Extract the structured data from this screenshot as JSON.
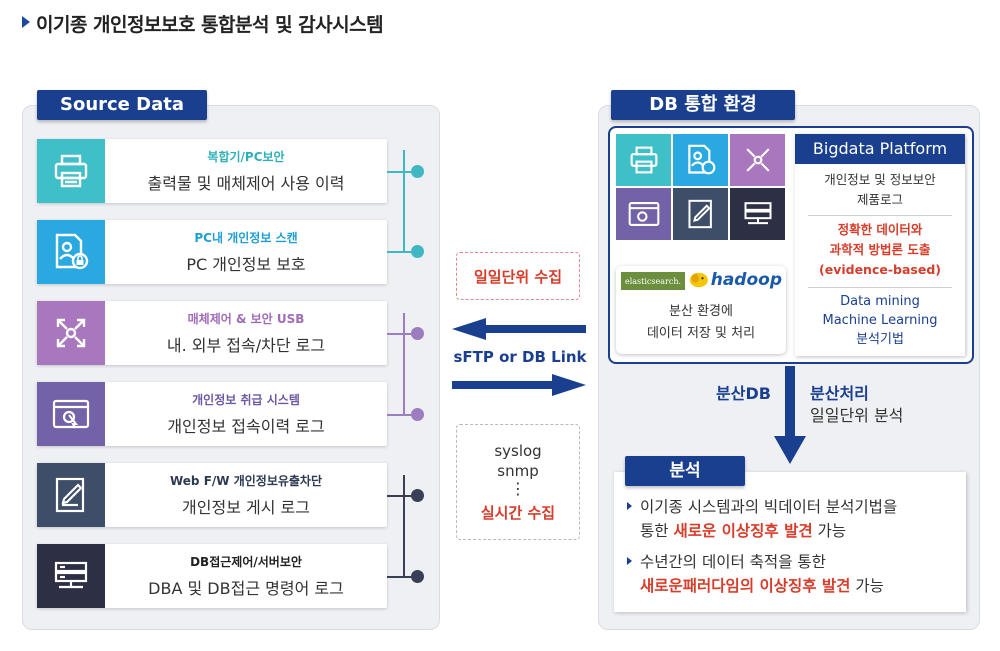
{
  "title": "이기종 개인정보보호 통합분석 및 감사시스템",
  "source_panel": {
    "label": "Source Data",
    "rows": [
      {
        "sub": "복합기/PC보안",
        "main": "출력물 및 매체제어 사용 이력",
        "color": "#3fc0c9",
        "icon": "printer-icon"
      },
      {
        "sub": "PC내 개인정보 스캔",
        "main": "PC 개인정보 보호",
        "color": "#29a9e0",
        "icon": "user-lock-icon"
      },
      {
        "sub": "매체제어 & 보안 USB",
        "main": "내. 외부 접속/차단 로그",
        "color": "#a877bd",
        "icon": "expand-arrows-icon"
      },
      {
        "sub": "개인정보 취급 시스템",
        "main": "개인정보 접속이력 로그",
        "color": "#7462a8",
        "icon": "window-click-icon"
      },
      {
        "sub": "Web F/W 개인정보유출차단",
        "main": "개인정보 게시 로그",
        "color": "#3e4d68",
        "icon": "edit-document-icon"
      },
      {
        "sub": "DB접근제어/서버보안",
        "main": "DBA 및 DB접근 명령어 로그",
        "color": "#2d2f45",
        "icon": "server-icon"
      }
    ]
  },
  "middle": {
    "daily_collect": "일일단위 수집",
    "transfer": "sFTP or DB Link",
    "syslog": "syslog",
    "snmp": "snmp",
    "vdots": "⋮",
    "realtime": "실시간 수집"
  },
  "db_panel": {
    "label": "DB 통합 환경",
    "logos": {
      "elastic": "elasticsearch.",
      "hadoop": "hadoop"
    },
    "store_line1": "분산 환경에",
    "store_line2": "데이터 저장 및 처리",
    "bigdata": {
      "header": "Bigdata Platform",
      "item1_l1": "개인정보 및 정보보안",
      "item1_l2": "제품로그",
      "item2_l1": "정확한 데이터와",
      "item2_l2": "과학적 방법론 도출",
      "item2_l3": "(evidence-based)",
      "item3_l1": "Data mining",
      "item3_l2": "Machine Learning",
      "item3_l3": "분석기법"
    }
  },
  "flow": {
    "distributed_db": "분산DB",
    "distributed_proc": "분산처리",
    "daily_analysis": "일일단위 분석"
  },
  "analysis": {
    "label": "분석",
    "b1_l1": "이기종 시스템과의 빅데이터 분석기법을",
    "b1_l2_pre": "통한 ",
    "b1_l2_hl": "새로운 이상징후 발견",
    "b1_l2_post": " 가능",
    "b2_l1": "수년간의 데이터 축적을 통한",
    "b2_l2_hl": "새로운패러다임의 이상징후 발견",
    "b2_l2_post": " 가능"
  },
  "colors": {
    "navy": "#1a3f8f",
    "red": "#d63d2b",
    "connector_top": "#3fb8c4",
    "connector_mid": "#9b7dc0",
    "connector_bot": "#3a3f57"
  }
}
